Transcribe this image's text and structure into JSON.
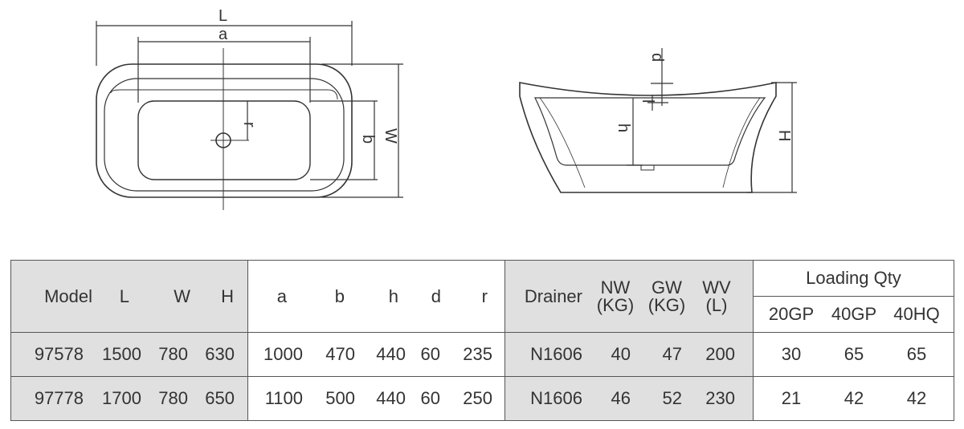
{
  "diagram_labels": {
    "top_view": [
      "L",
      "a",
      "r",
      "b",
      "W"
    ],
    "side_view": [
      "d",
      "l",
      "h",
      "H"
    ]
  },
  "table": {
    "group1_headers": [
      "Model",
      "L",
      "W",
      "H"
    ],
    "group2_headers": [
      "a",
      "b",
      "h",
      "d",
      "r"
    ],
    "group3_headers": [
      "Drainer",
      "NW\n(KG)",
      "GW\n(KG)",
      "WV\n(L)"
    ],
    "loading_title": "Loading Qty",
    "loading_headers": [
      "20GP",
      "40GP",
      "40HQ"
    ],
    "rows": [
      {
        "group1": [
          "97578",
          "1500",
          "780",
          "630"
        ],
        "group2": [
          "1000",
          "470",
          "440",
          "60",
          "235"
        ],
        "group3": [
          "N1606",
          "40",
          "47",
          "200"
        ],
        "loading": [
          "30",
          "65",
          "65"
        ]
      },
      {
        "group1": [
          "97778",
          "1700",
          "780",
          "650"
        ],
        "group2": [
          "1100",
          "500",
          "440",
          "60",
          "250"
        ],
        "group3": [
          "N1606",
          "46",
          "52",
          "230"
        ],
        "loading": [
          "21",
          "42",
          "42"
        ]
      }
    ]
  }
}
